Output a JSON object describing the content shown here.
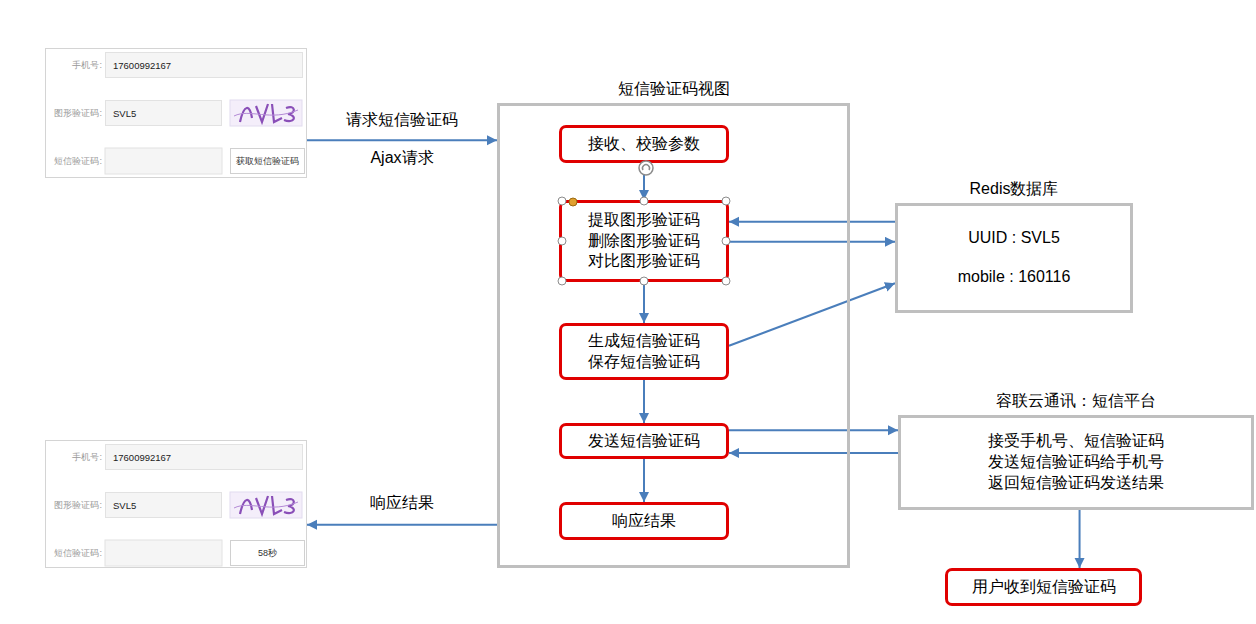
{
  "diagram": {
    "nodes": [
      {
        "text": [
          "手机号:",
          "图形验证码:",
          "短信验证码:"
        ]
      },
      {
        "text": [
          "17600992167"
        ],
        "in": 0
      },
      {
        "text": [
          "SVL5"
        ],
        "in": 0
      },
      {
        "text": [
          "获取短信验证码"
        ],
        "in": 0
      },
      {
        "text": [
          "短信验证码视图"
        ]
      },
      {
        "text": [
          "接收、校验参数"
        ],
        "in": 4
      },
      {
        "text": [
          "提取图形验证码 删除图形验证码 对比图形验证码"
        ],
        "in": 4
      },
      {
        "text": [
          "生成短信验证码 保存短信验证码"
        ],
        "in": 4
      },
      {
        "text": [
          "发送短信验证码"
        ],
        "in": 4
      },
      {
        "text": [
          "响应结果"
        ],
        "in": 4
      },
      {
        "text": [
          "Redis数据库",
          "UUID : SVL5",
          "mobile : 160116"
        ]
      },
      {
        "text": [
          "容联云通讯：短信平台",
          "接受手机号、短信验证码 发送短信验证码给手机号 返回短信验证码发送结果"
        ]
      },
      {
        "text": [
          "手机号:",
          "图形验证码:",
          "短信验证码:"
        ]
      },
      {
        "text": [
          "17600992167"
        ],
        "in": 12
      },
      {
        "text": [
          "SVL5"
        ],
        "in": 12
      },
      {
        "text": [
          "58秒"
        ],
        "in": 12
      },
      {
        "text": [
          "用户收到短信验证码"
        ]
      }
    ],
    "edges": [
      {
        "from": 0,
        "to": 4,
        "label": "请求短信验证码",
        "arrow": "to"
      },
      {
        "from": 5,
        "to": 6,
        "arrow": "to"
      },
      {
        "from": 6,
        "to": 7,
        "arrow": "to"
      },
      {
        "from": 7,
        "to": 8,
        "arrow": "to"
      },
      {
        "from": 8,
        "to": 9,
        "arrow": "to"
      },
      {
        "from": 10,
        "to": 6,
        "arrow": "to"
      },
      {
        "from": 6,
        "to": 10,
        "arrow": "to"
      },
      {
        "from": 7,
        "to": 10,
        "arrow": "to"
      },
      {
        "from": 8,
        "to": 11,
        "arrow": "to"
      },
      {
        "from": 11,
        "to": 8,
        "arrow": "to"
      },
      {
        "from": 4,
        "to": 12,
        "label": "响应结果",
        "arrow": "to"
      },
      {
        "from": 11,
        "to": 16,
        "arrow": "to"
      }
    ],
    "labels": [
      "Ajax请求"
    ]
  }
}
